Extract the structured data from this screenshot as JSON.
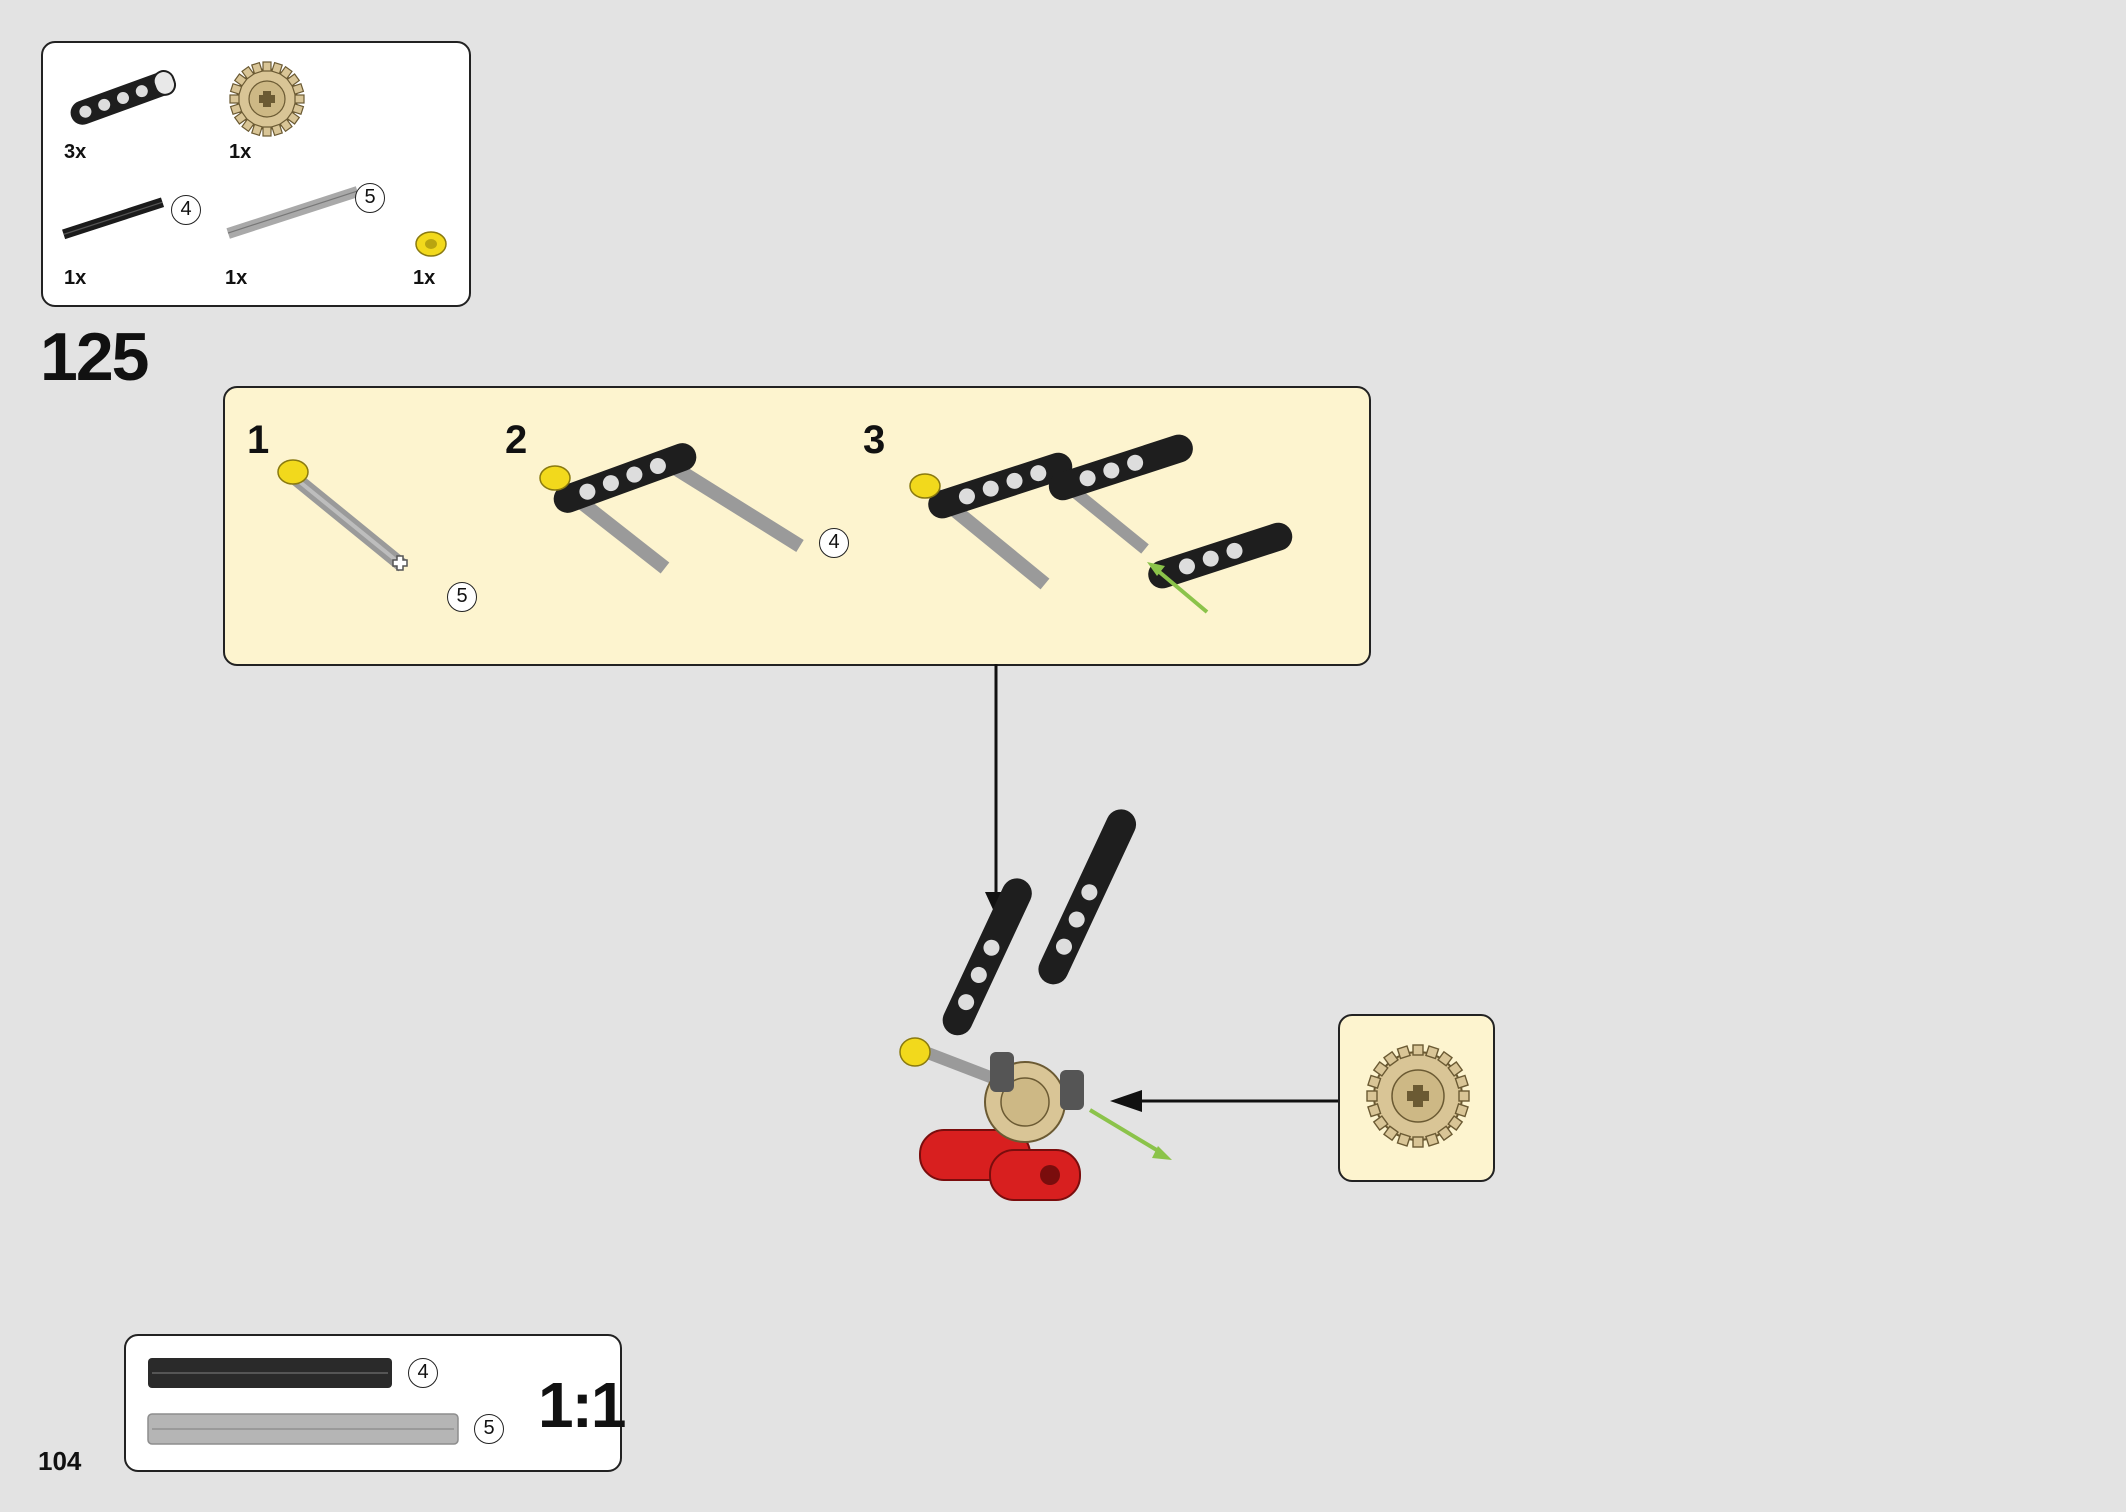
{
  "parts_list": {
    "items": [
      {
        "name": "black-liftarm",
        "qty": "3x",
        "color": "#222222"
      },
      {
        "name": "tan-gear-20",
        "qty": "1x",
        "color": "#d9c596"
      },
      {
        "name": "black-axle-4",
        "qty": "1x",
        "length": "4",
        "color": "#222222"
      },
      {
        "name": "gray-axle-5",
        "qty": "1x",
        "length": "5",
        "color": "#a9a9a9"
      },
      {
        "name": "yellow-bush",
        "qty": "1x",
        "color": "#f2d91c"
      }
    ]
  },
  "step": {
    "number": "125"
  },
  "substeps": [
    {
      "number": "1",
      "axle_length": "5"
    },
    {
      "number": "2",
      "axle_length": "4"
    },
    {
      "number": "3"
    }
  ],
  "ruler": {
    "axles": [
      {
        "length": "4",
        "color": "#2a2a2a"
      },
      {
        "length": "5",
        "color": "#b5b5b5"
      }
    ],
    "scale": "1:1"
  },
  "page": {
    "number": "104"
  },
  "colors": {
    "background": "#e3e3e3",
    "substep_panel": "#fdf4cf",
    "red_part": "#d81f1f",
    "arrow_green": "#8bc34a"
  }
}
